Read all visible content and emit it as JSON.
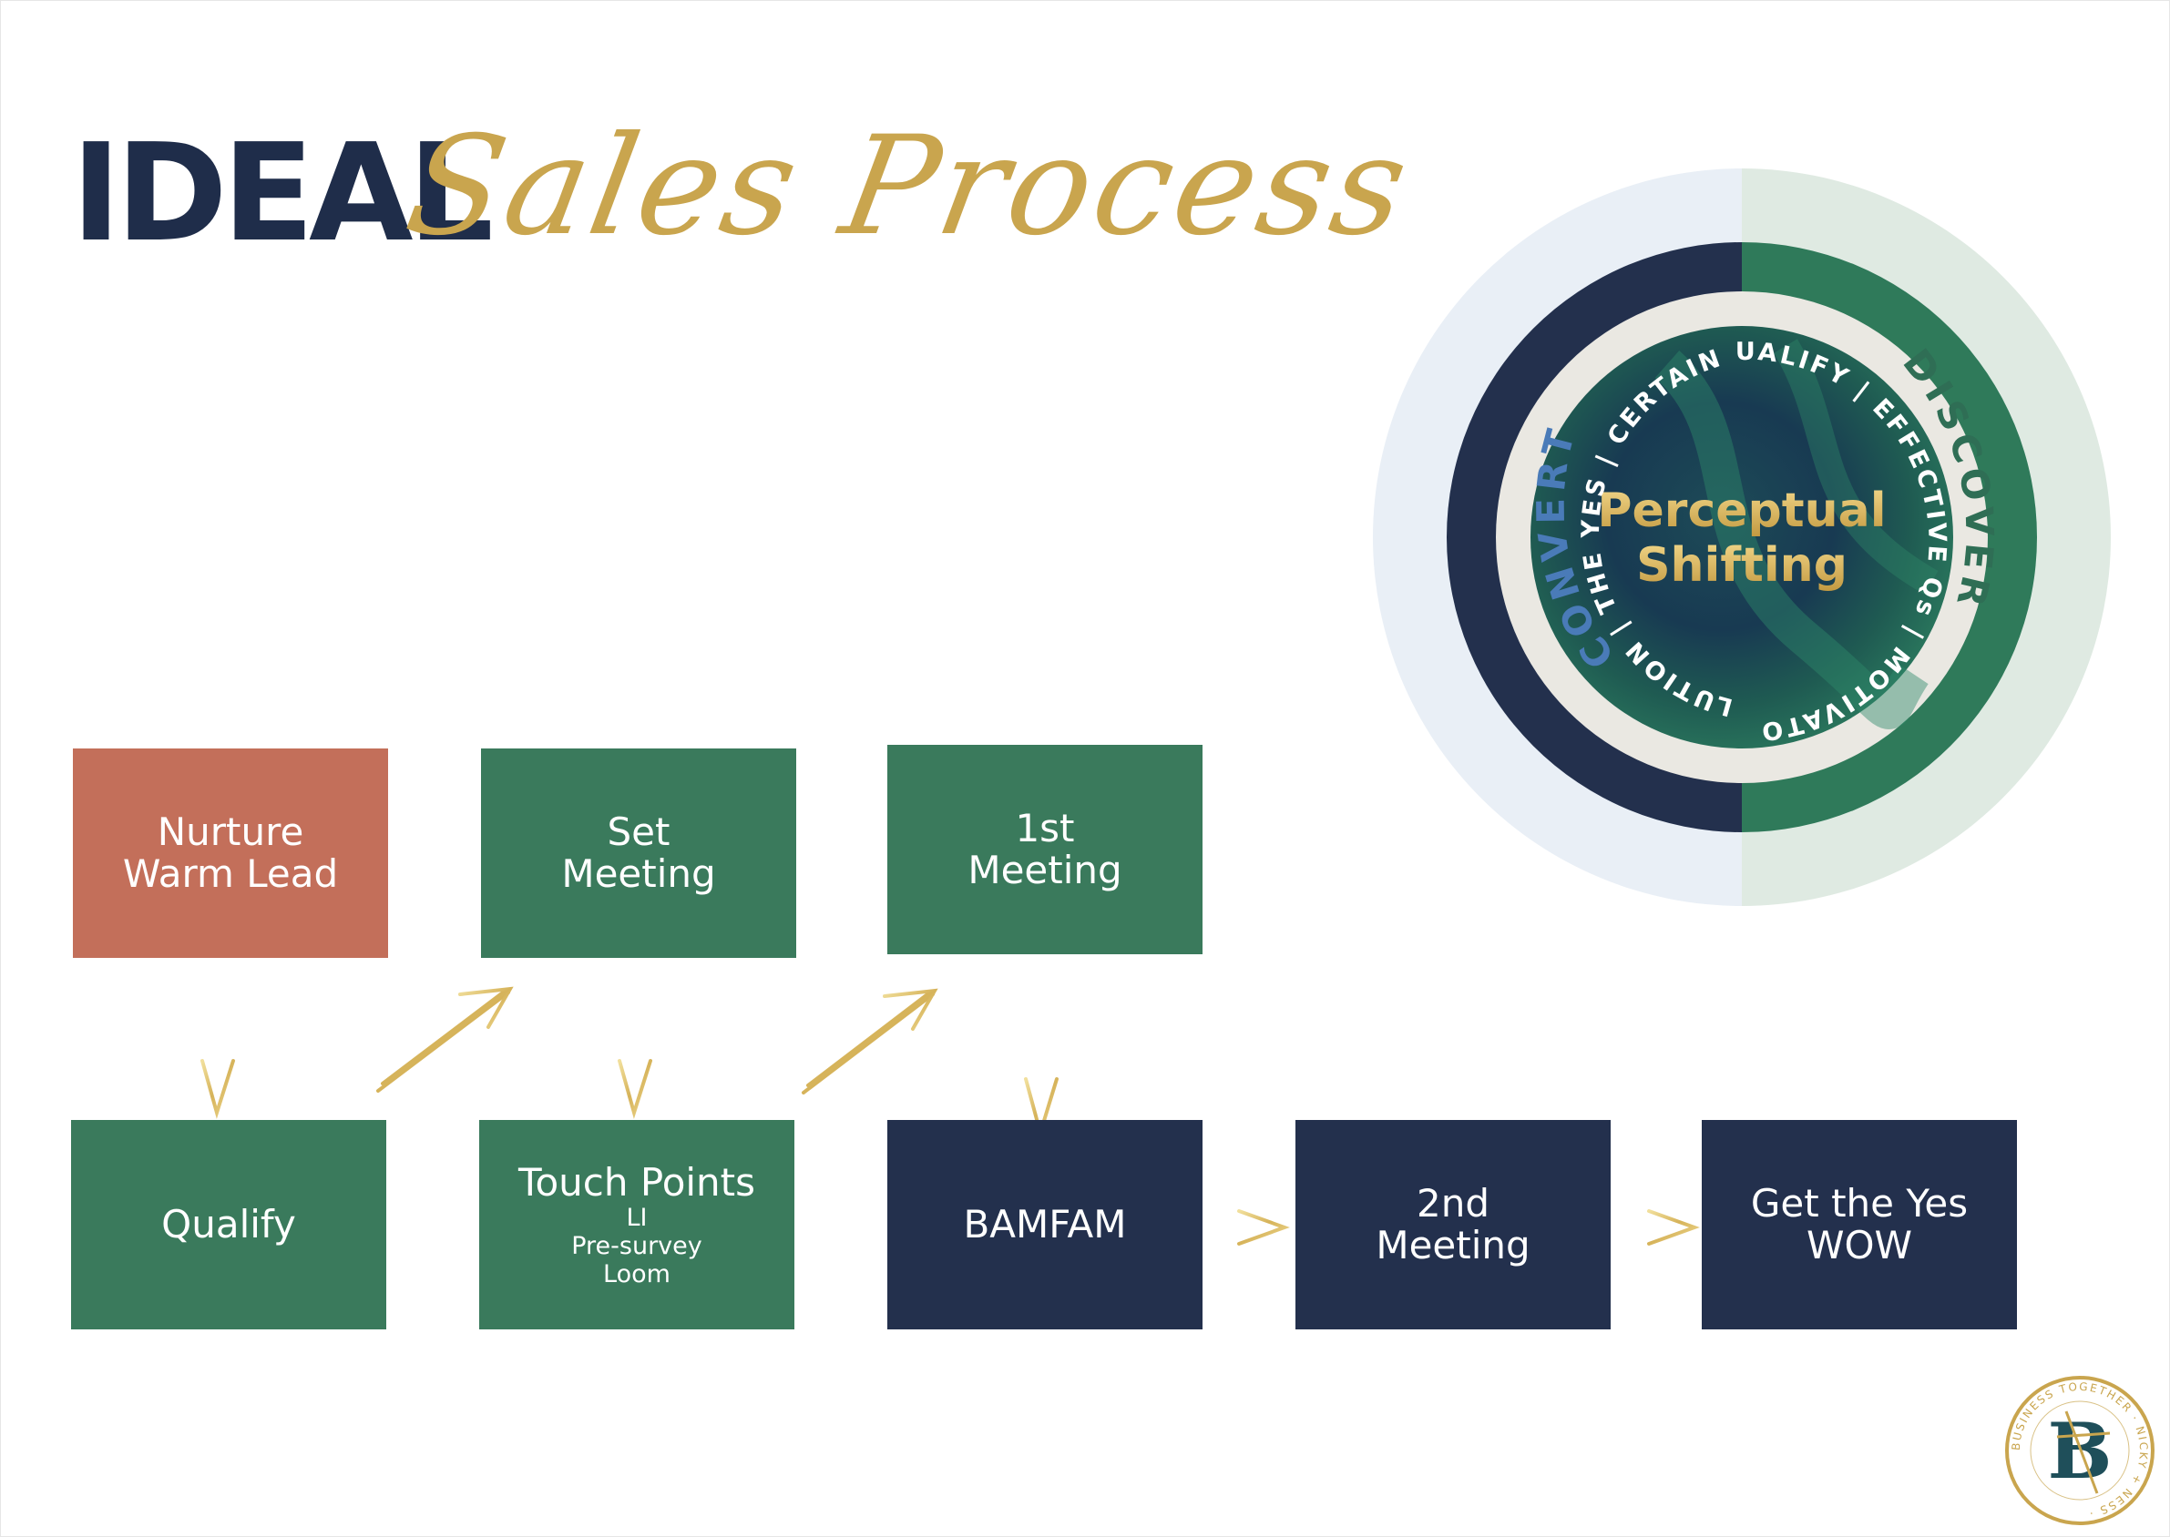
{
  "title": {
    "bold": "IDEAL",
    "script": "Sales Process"
  },
  "process_boxes": [
    {
      "id": "nurture",
      "lines": [
        "Nurture",
        "Warm Lead"
      ],
      "color": "#c36f5a"
    },
    {
      "id": "set-meeting",
      "lines": [
        "Set",
        "Meeting"
      ],
      "color": "#3a7a5c"
    },
    {
      "id": "first-meeting",
      "lines": [
        "1st",
        "Meeting"
      ],
      "color": "#3a7a5c"
    },
    {
      "id": "qualify",
      "lines": [
        "Qualify"
      ],
      "color": "#3a7a5c"
    },
    {
      "id": "touch-points",
      "lines": [
        "Touch Points"
      ],
      "sub": [
        "LI",
        "Pre-survey",
        "Loom"
      ],
      "color": "#3a7a5c"
    },
    {
      "id": "bamfam",
      "lines": [
        "BAMFAM"
      ],
      "color": "#23304d"
    },
    {
      "id": "second-meeting",
      "lines": [
        "2nd",
        "Meeting"
      ],
      "color": "#23304d"
    },
    {
      "id": "get-the-yes",
      "lines": [
        "Get the Yes",
        "WOW"
      ],
      "color": "#23304d"
    }
  ],
  "wheel": {
    "center_text": [
      "Perceptual",
      "Shifting"
    ],
    "outer_left": "CONVERT",
    "outer_right": "DISCOVER",
    "ring_left": "SOLUTION | THE YES | CERTAINTY",
    "ring_right": "QUALIFY | EFFECTIVE Qs | MOTIVATORS"
  },
  "logo": {
    "letter": "B",
    "ring_text": "BUSINESS TOGETHER · NICKY + NESS"
  },
  "colors": {
    "navy": "#23304d",
    "green": "#3a7a5c",
    "terracotta": "#c36f5a",
    "gold": "#c9a54e",
    "convert_blue": "#4a7bb8",
    "discover_green": "#2f6e55"
  }
}
